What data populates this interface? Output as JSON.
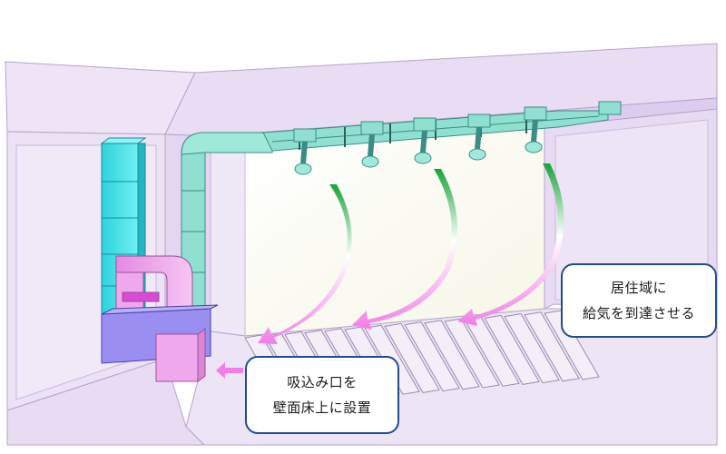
{
  "callouts": {
    "supply": {
      "line1": "居住域に",
      "line2": "給気を到達させる"
    },
    "intake": {
      "line1": "吸込み口を",
      "line2": "壁面床上に設置"
    }
  },
  "colors": {
    "room_wall": "#e8dcf3",
    "room_edge": "#b7a3cc",
    "duct_cyan": "#4fe3ea",
    "duct_teal": "#8fe0d0",
    "duct_pink": "#f0a8ec",
    "unit_blue": "#9a8ef0",
    "airflow_green": "#1aa33a",
    "airflow_pink": "#f07ee6",
    "callout_border": "#1f4e8c"
  },
  "icons": [
    "supply-diffuser-icon",
    "airflow-arrow-icon",
    "floor-grille-icon"
  ]
}
